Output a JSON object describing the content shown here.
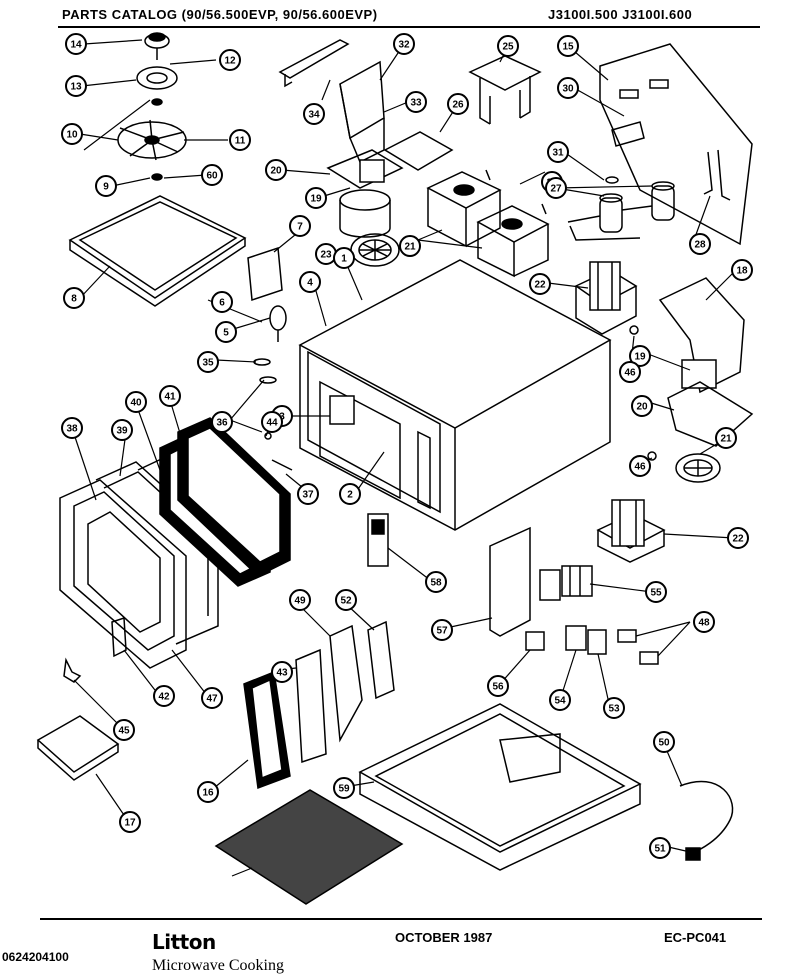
{
  "header": {
    "title": "PARTS CATALOG (90/56.500EVP, 90/56.600EVP)",
    "model_codes": "J3100I.500  J3100I.600"
  },
  "callouts": [
    "14",
    "12",
    "13",
    "10",
    "11",
    "9",
    "60",
    "8",
    "32",
    "34",
    "33",
    "26",
    "25",
    "15",
    "30",
    "31",
    "24",
    "27",
    "28",
    "20",
    "19",
    "23",
    "21",
    "7",
    "22",
    "1",
    "6",
    "5",
    "4",
    "35",
    "18",
    "19",
    "46",
    "20",
    "41",
    "40",
    "36",
    "3",
    "44",
    "39",
    "38",
    "21",
    "46",
    "37",
    "2",
    "22",
    "58",
    "57",
    "55",
    "48",
    "49",
    "52",
    "56",
    "54",
    "53",
    "42",
    "47",
    "43",
    "45",
    "16",
    "50",
    "59",
    "17",
    "51"
  ],
  "footer": {
    "brand": "Litton",
    "date": "OCTOBER 1987",
    "code": "EC-PC041",
    "doc_number": "0624204100",
    "subtitle": "Microwave Cooking"
  }
}
